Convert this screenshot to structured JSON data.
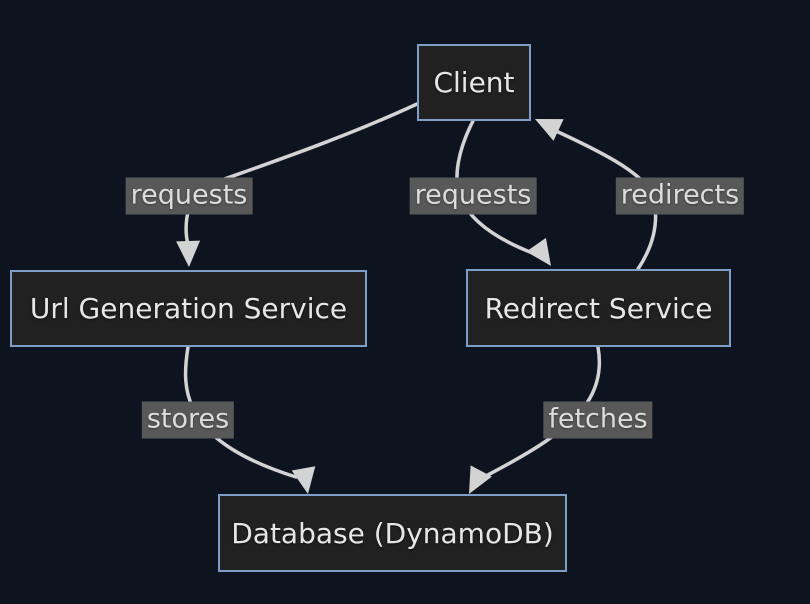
{
  "diagram": {
    "type": "flowchart",
    "direction": "top-down",
    "colors": {
      "background": "#0e1320",
      "node_fill": "#212122",
      "node_border": "#7d9fc7",
      "node_text": "#e6e6e6",
      "edge_stroke": "#d3d3d3",
      "edge_label_bg": "#585858",
      "edge_label_text": "#dcdcdc"
    },
    "nodes": [
      {
        "id": "client",
        "label": "Client"
      },
      {
        "id": "url-generation-service",
        "label": "Url Generation Service"
      },
      {
        "id": "redirect-service",
        "label": "Redirect Service"
      },
      {
        "id": "database",
        "label": "Database (DynamoDB)"
      }
    ],
    "edges": [
      {
        "from": "client",
        "to": "url-generation-service",
        "label": "requests"
      },
      {
        "from": "client",
        "to": "redirect-service",
        "label": "requests"
      },
      {
        "from": "redirect-service",
        "to": "client",
        "label": "redirects"
      },
      {
        "from": "url-generation-service",
        "to": "database",
        "label": "stores"
      },
      {
        "from": "redirect-service",
        "to": "database",
        "label": "fetches"
      }
    ]
  }
}
